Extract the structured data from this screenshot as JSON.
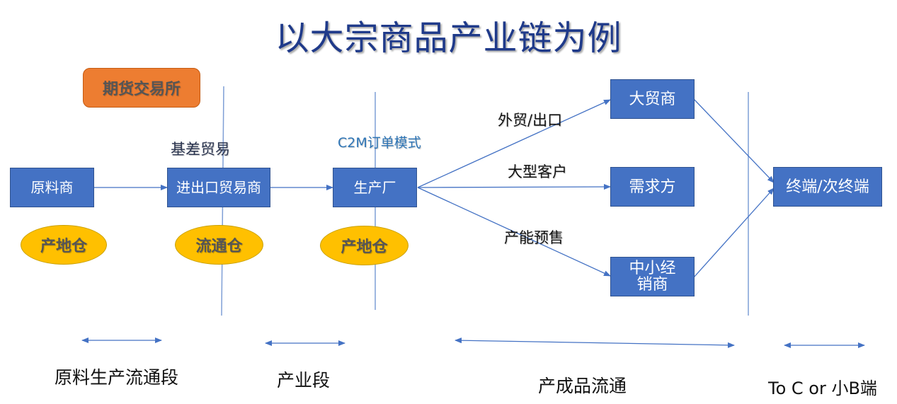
{
  "title": "以大宗商品产业链为例",
  "exchange": "期货交易所",
  "annotations": {
    "basis_trade": "基差贸易",
    "c2m": "C2M订单模式",
    "export": "外贸/出口",
    "large_customer": "大型客户",
    "presale": "产能预售"
  },
  "nodes": {
    "raw_supplier": "原料商",
    "import_export_trader": "进出口贸易商",
    "factory": "生产厂",
    "big_trader": "大贸商",
    "demand_side": "需求方",
    "small_dealer": "中小经销商",
    "terminal": "终端/次终端"
  },
  "warehouses": {
    "origin_1": "产地仓",
    "circulation": "流通仓",
    "origin_2": "产地仓"
  },
  "segments": {
    "raw_circulation": "原料生产流通段",
    "industry": "产业段",
    "product_circulation": "产成品流通",
    "consumer": "To C or 小B端"
  },
  "colors": {
    "node_fill": "#4472c4",
    "warehouse_fill": "#ffc000",
    "exchange_fill": "#ed7d31",
    "line": "#4472c4",
    "title": "#1f3a8a"
  }
}
